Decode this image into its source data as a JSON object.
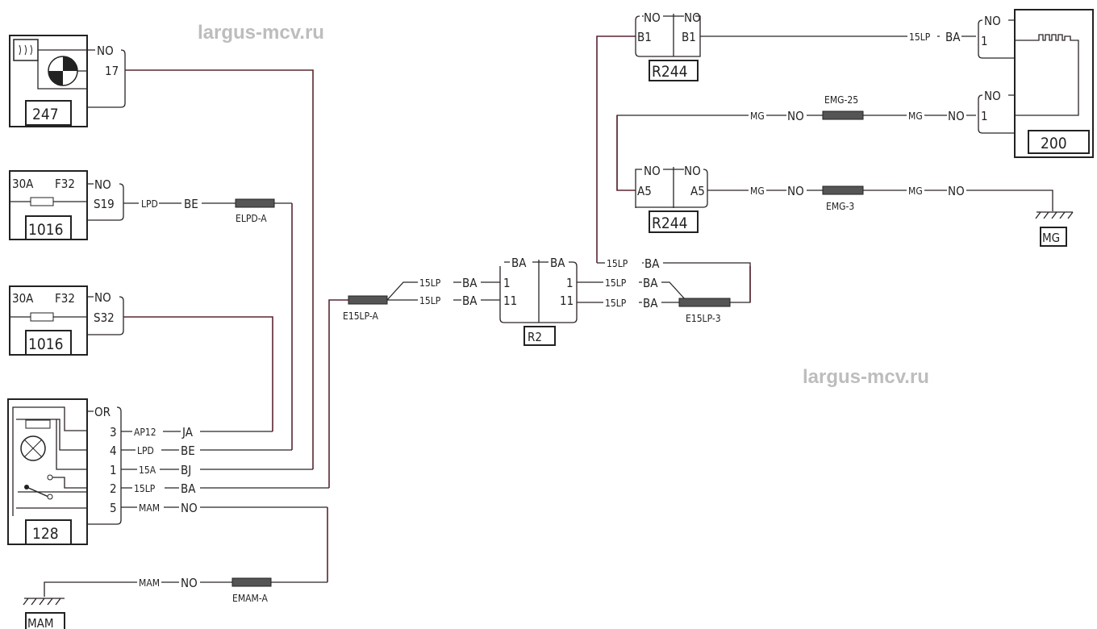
{
  "watermarks": [
    "largus-mcv.ru",
    "largus-mcv.ru"
  ],
  "components": {
    "c247": {
      "id": "247",
      "conn_color": "NO",
      "pin": "17"
    },
    "c1016a": {
      "id": "1016",
      "rating": "30A",
      "fuse": "F32",
      "conn_color": "NO",
      "pin": "S19"
    },
    "c1016b": {
      "id": "1016",
      "rating": "30A",
      "fuse": "F32",
      "conn_color": "NO",
      "pin": "S32"
    },
    "c128": {
      "id": "128",
      "conn_color": "OR",
      "pins": [
        "3",
        "4",
        "1",
        "2",
        "5"
      ]
    },
    "r2": {
      "id": "R2",
      "colors": [
        "BA",
        "BA"
      ],
      "left_pins": [
        "1",
        "11"
      ],
      "right_pins": [
        "1",
        "11"
      ]
    },
    "r244_top": {
      "id": "R244",
      "colors": [
        "NO",
        "NO"
      ],
      "pins": [
        "B1",
        "B1"
      ]
    },
    "r244_bot": {
      "id": "R244",
      "colors": [
        "NO",
        "NO"
      ],
      "pins": [
        "A5",
        "A5"
      ]
    },
    "c200": {
      "id": "200",
      "conn1_color": "NO",
      "pin1": "1",
      "conn2_color": "NO",
      "pin2": "1"
    },
    "ground_mg": "MG",
    "ground_mam": "MAM"
  },
  "wires": {
    "s19": [
      "LPD",
      "BE"
    ],
    "p3": [
      "AP12",
      "JA"
    ],
    "p4": [
      "LPD",
      "BE"
    ],
    "p1": [
      "15A",
      "BJ"
    ],
    "p2": [
      "15LP",
      "BA"
    ],
    "p5": [
      "MAM",
      "NO"
    ],
    "mam_gnd": [
      "MAM",
      "NO"
    ],
    "r2_l1": [
      "15LP",
      "BA"
    ],
    "r2_l11": [
      "15LP",
      "BA"
    ],
    "r2_r1": [
      "15LP",
      "BA"
    ],
    "r2_r11": [
      "15LP",
      "BA"
    ],
    "top_loop": [
      "15LP",
      "BA"
    ],
    "to200": [
      "15LP",
      "BA"
    ],
    "emg25_l": [
      "MG",
      "NO"
    ],
    "emg25_r": [
      "MG",
      "NO"
    ],
    "emg3_l": [
      "MG",
      "NO"
    ],
    "emg3_r": [
      "MG",
      "NO"
    ]
  },
  "splices": [
    "ELPD-A",
    "E15LP-A",
    "E15LP-3",
    "EMAM-A",
    "EMG-25",
    "EMG-3"
  ]
}
